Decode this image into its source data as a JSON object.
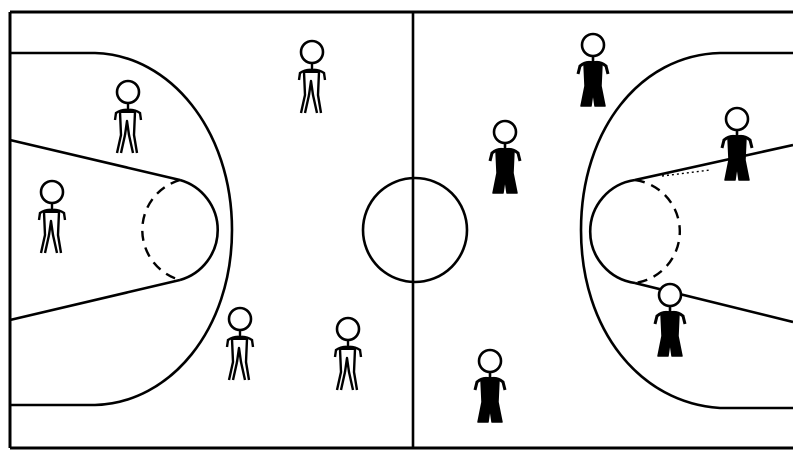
{
  "diagram": {
    "type": "basketball-half-court-lineup",
    "court_line_color": "#000000",
    "court_background": "#ffffff",
    "teams": [
      {
        "id": "white",
        "jersey_fill": "#ffffff",
        "outline": "#000000",
        "player_count": 5,
        "side": "left"
      },
      {
        "id": "black",
        "jersey_fill": "#000000",
        "outline": "#000000",
        "player_count": 5,
        "side": "right"
      }
    ]
  }
}
